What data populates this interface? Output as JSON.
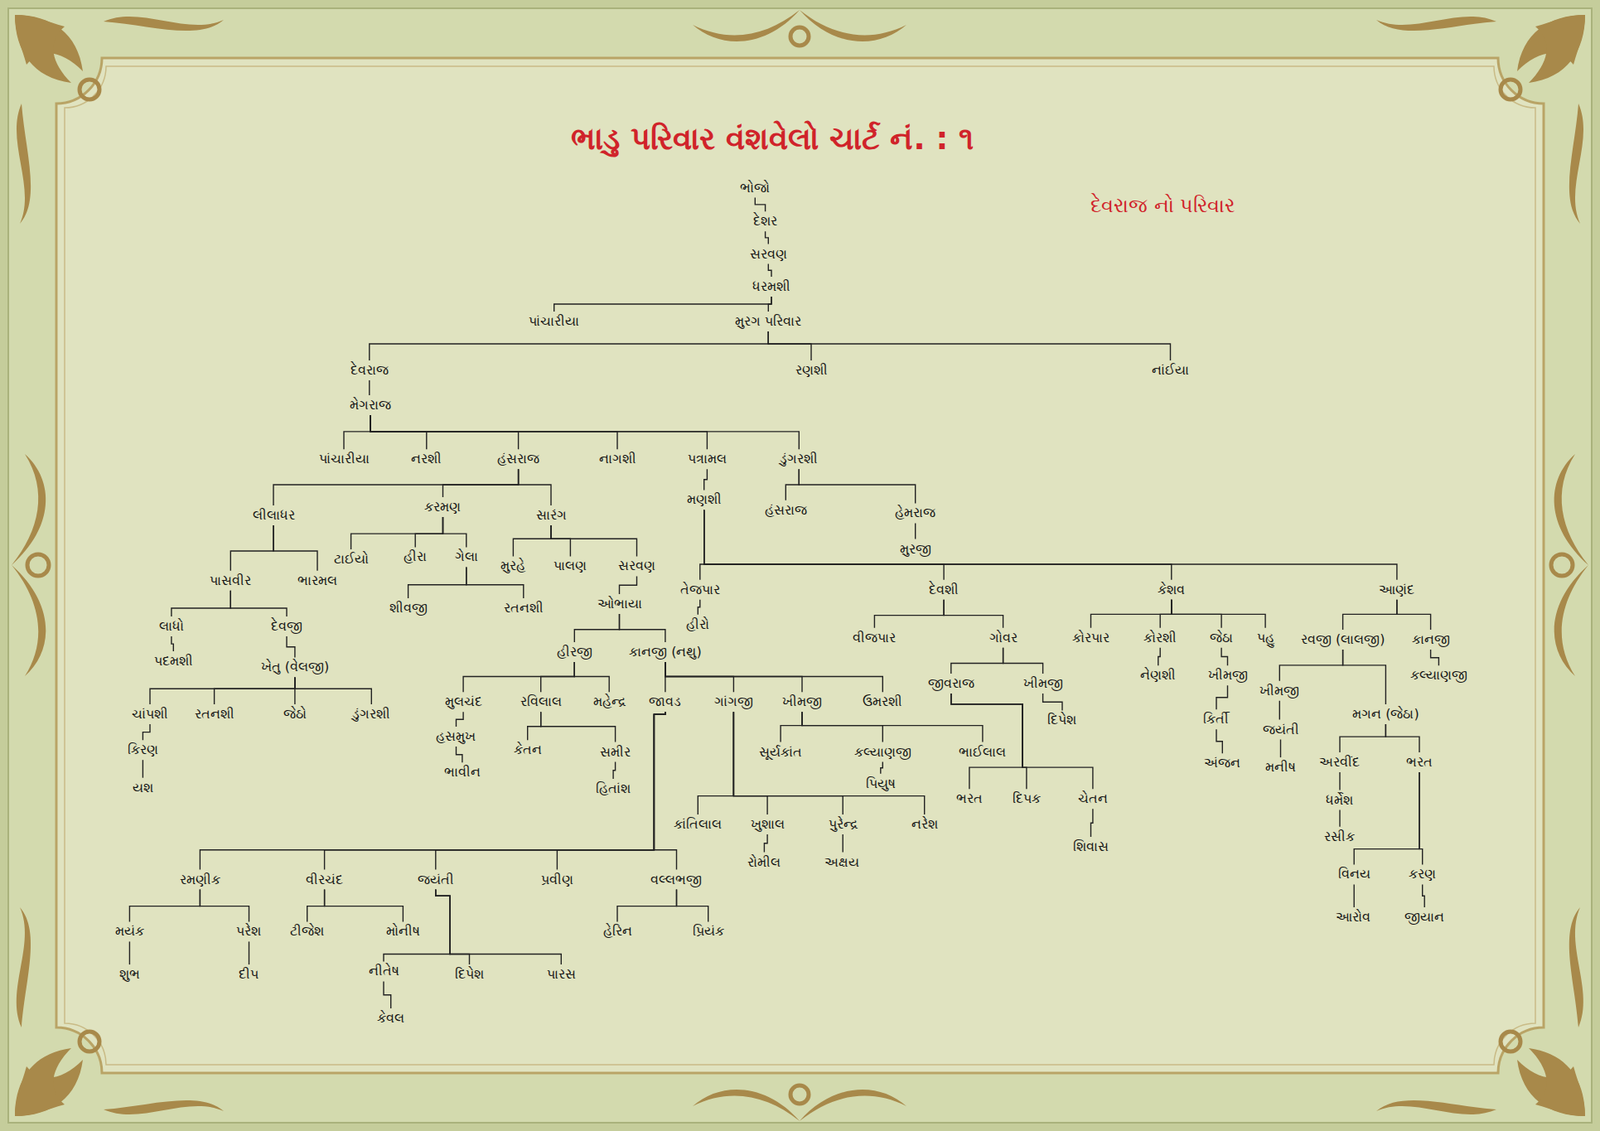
{
  "diagram": {
    "title": "ભાડુ પરિવાર વંશવેલો ચાર્ટ નં. : ૧",
    "nodes": [
      {
        "text": [
          "ભોજો"
        ]
      },
      {
        "text": [
          "દેશર"
        ]
      },
      {
        "text": [
          "સરવણ"
        ]
      },
      {
        "text": [
          "ધરમશી"
        ]
      },
      {
        "text": [
          "પાંચારીયા"
        ]
      },
      {
        "text": [
          "મુરગ પરિવાર"
        ]
      },
      {
        "text": [
          "દેવરાજ"
        ]
      },
      {
        "text": [
          "રણશી"
        ]
      },
      {
        "text": [
          "નાંઈયા"
        ]
      },
      {
        "text": [
          "મેગરાજ"
        ]
      },
      {
        "text": [
          "પાંચારીયા"
        ]
      },
      {
        "text": [
          "નરશી"
        ]
      },
      {
        "text": [
          "હંસરાજ"
        ]
      },
      {
        "text": [
          "નાગશી"
        ]
      },
      {
        "text": [
          "પત્રામલ"
        ]
      },
      {
        "text": [
          "ડુંગરશી"
        ]
      },
      {
        "text": [
          "લીલાધર"
        ]
      },
      {
        "text": [
          "કરમણ"
        ]
      },
      {
        "text": [
          "સારંગ"
        ]
      },
      {
        "text": [
          "મણશી"
        ]
      },
      {
        "text": [
          "હંસરાજ"
        ]
      },
      {
        "text": [
          "હેમરાજ"
        ]
      },
      {
        "text": [
          "મુરજી"
        ]
      },
      {
        "text": [
          "ટાઈયો"
        ]
      },
      {
        "text": [
          "હીરા"
        ]
      },
      {
        "text": [
          "ગેલા"
        ]
      },
      {
        "text": [
          "મુરહે"
        ]
      },
      {
        "text": [
          "પાલણ"
        ]
      },
      {
        "text": [
          "સરવણ"
        ]
      },
      {
        "text": [
          "પાસવીર"
        ]
      },
      {
        "text": [
          "ભારમલ"
        ]
      },
      {
        "text": [
          "તેજપાર"
        ]
      },
      {
        "text": [
          "દેવશી"
        ]
      },
      {
        "text": [
          "કેશવ"
        ]
      },
      {
        "text": [
          "આણંદ"
        ]
      },
      {
        "text": [
          "ઓભાયા"
        ]
      },
      {
        "text": [
          "શીવજી"
        ]
      },
      {
        "text": [
          "રતનશી"
        ]
      },
      {
        "text": [
          "હીરો"
        ]
      },
      {
        "text": [
          "લાધો"
        ]
      },
      {
        "text": [
          "દેવજી"
        ]
      },
      {
        "text": [
          "વીજપાર"
        ]
      },
      {
        "text": [
          "ગોવર"
        ]
      },
      {
        "text": [
          "કોરપાર"
        ]
      },
      {
        "text": [
          "કોરશી"
        ]
      },
      {
        "text": [
          "જેઠા"
        ]
      },
      {
        "text": [
          "પહુ"
        ]
      },
      {
        "text": [
          "રવજી (લાલજી)"
        ]
      },
      {
        "text": [
          "કાનજી"
        ]
      },
      {
        "text": [
          "હીરજી"
        ]
      },
      {
        "text": [
          "કાનજી (નથુ)"
        ]
      },
      {
        "text": [
          "પદમશી"
        ]
      },
      {
        "text": [
          "ખેતુ (વેલજી)"
        ]
      },
      {
        "text": [
          "નેણશી"
        ]
      },
      {
        "text": [
          "ખીમજી"
        ]
      },
      {
        "text": [
          "કલ્યાણજી"
        ]
      },
      {
        "text": [
          "જીવરાજ"
        ]
      },
      {
        "text": [
          "ખીમજી"
        ]
      },
      {
        "text": [
          "ખીમજી"
        ]
      },
      {
        "text": [
          "મુલચંદ"
        ]
      },
      {
        "text": [
          "રવિલાલ"
        ]
      },
      {
        "text": [
          "મહેન્દ્ર"
        ]
      },
      {
        "text": [
          "જાવડ"
        ]
      },
      {
        "text": [
          "ગાંગજી"
        ]
      },
      {
        "text": [
          "ખીમજી"
        ]
      },
      {
        "text": [
          "ઉમરશી"
        ]
      },
      {
        "text": [
          "ચાંપશી"
        ]
      },
      {
        "text": [
          "રતનશી"
        ]
      },
      {
        "text": [
          "જેઠો"
        ]
      },
      {
        "text": [
          "ડુંગરશી"
        ]
      },
      {
        "text": [
          "મગન (જેઠા)"
        ]
      },
      {
        "text": [
          "કિર્તી"
        ]
      },
      {
        "text": [
          "દિપેશ"
        ]
      },
      {
        "text": [
          "જયંતી"
        ]
      },
      {
        "text": [
          "હસમુખ"
        ]
      },
      {
        "text": [
          "કિરણ"
        ]
      },
      {
        "text": [
          "કેતન"
        ]
      },
      {
        "text": [
          "સમીર"
        ]
      },
      {
        "text": [
          "સૂર્યકાંત"
        ]
      },
      {
        "text": [
          "કલ્યાણજી"
        ]
      },
      {
        "text": [
          "ભાઈલાલ"
        ]
      },
      {
        "text": [
          "અરવીંદ"
        ]
      },
      {
        "text": [
          "ભરત"
        ]
      },
      {
        "text": [
          "અંજન"
        ]
      },
      {
        "text": [
          "મનીષ"
        ]
      },
      {
        "text": [
          "ભાવીન"
        ]
      },
      {
        "text": [
          "પિયુષ"
        ]
      },
      {
        "text": [
          "યશ"
        ]
      },
      {
        "text": [
          "હિતાંશ"
        ]
      },
      {
        "text": [
          "ભરત"
        ]
      },
      {
        "text": [
          "દિપક"
        ]
      },
      {
        "text": [
          "ચેતન"
        ]
      },
      {
        "text": [
          "ધર્મેશ"
        ]
      },
      {
        "text": [
          "કાંતિલાલ"
        ]
      },
      {
        "text": [
          "ખુશાલ"
        ]
      },
      {
        "text": [
          "પુરેન્દ્ર"
        ]
      },
      {
        "text": [
          "નરેશ"
        ]
      },
      {
        "text": [
          "રસીક"
        ]
      },
      {
        "text": [
          "શિવાસ"
        ]
      },
      {
        "text": [
          "રોમીલ"
        ]
      },
      {
        "text": [
          "અક્ષય"
        ]
      },
      {
        "text": [
          "વિનય"
        ]
      },
      {
        "text": [
          "કરણ"
        ]
      },
      {
        "text": [
          "રમણીક"
        ]
      },
      {
        "text": [
          "વીરચંદ"
        ]
      },
      {
        "text": [
          "જયંતી"
        ]
      },
      {
        "text": [
          "પ્રવીણ"
        ]
      },
      {
        "text": [
          "વલ્લભજી"
        ]
      },
      {
        "text": [
          "આરોવ"
        ]
      },
      {
        "text": [
          "જીયાન"
        ]
      },
      {
        "text": [
          "મયંક"
        ]
      },
      {
        "text": [
          "પરેશ"
        ]
      },
      {
        "text": [
          "ટીજેશ"
        ]
      },
      {
        "text": [
          "મોનીષ"
        ]
      },
      {
        "text": [
          "હેરિન"
        ]
      },
      {
        "text": [
          "પ્રિયંક"
        ]
      },
      {
        "text": [
          "દિપેશ"
        ]
      },
      {
        "text": [
          "પારસ"
        ]
      },
      {
        "text": [
          "શુભ"
        ]
      },
      {
        "text": [
          "દીપ"
        ]
      },
      {
        "text": [
          "નીતેષ"
        ]
      },
      {
        "text": [
          "કેવલ"
        ]
      }
    ],
    "edges": [
      {
        "from": 0,
        "to": 1,
        "arrow": "none"
      },
      {
        "from": 1,
        "to": 2,
        "arrow": "none"
      },
      {
        "from": 2,
        "to": 3,
        "arrow": "none"
      },
      {
        "from": 3,
        "to": 4,
        "arrow": "none"
      },
      {
        "from": 3,
        "to": 5,
        "arrow": "none"
      },
      {
        "from": 5,
        "to": 6,
        "arrow": "none"
      },
      {
        "from": 5,
        "to": 7,
        "arrow": "none"
      },
      {
        "from": 5,
        "to": 8,
        "arrow": "none"
      },
      {
        "from": 6,
        "to": 9,
        "arrow": "none"
      },
      {
        "from": 9,
        "to": 10,
        "arrow": "none"
      },
      {
        "from": 9,
        "to": 11,
        "arrow": "none"
      },
      {
        "from": 9,
        "to": 12,
        "arrow": "none"
      },
      {
        "from": 9,
        "to": 13,
        "arrow": "none"
      },
      {
        "from": 9,
        "to": 14,
        "arrow": "none"
      },
      {
        "from": 9,
        "to": 15,
        "arrow": "none"
      },
      {
        "from": 12,
        "to": 16,
        "arrow": "none"
      },
      {
        "from": 12,
        "to": 17,
        "arrow": "none"
      },
      {
        "from": 12,
        "to": 18,
        "arrow": "none"
      },
      {
        "from": 14,
        "to": 19,
        "arrow": "none"
      },
      {
        "from": 15,
        "to": 20,
        "arrow": "none"
      },
      {
        "from": 15,
        "to": 21,
        "arrow": "none"
      },
      {
        "from": 21,
        "to": 22,
        "arrow": "none"
      },
      {
        "from": 17,
        "to": 23,
        "arrow": "none"
      },
      {
        "from": 17,
        "to": 24,
        "arrow": "none"
      },
      {
        "from": 17,
        "to": 25,
        "arrow": "none"
      },
      {
        "from": 18,
        "to": 26,
        "arrow": "none"
      },
      {
        "from": 18,
        "to": 27,
        "arrow": "none"
      },
      {
        "from": 18,
        "to": 28,
        "arrow": "none"
      },
      {
        "from": 16,
        "to": 29,
        "arrow": "none"
      },
      {
        "from": 16,
        "to": 30,
        "arrow": "none"
      },
      {
        "from": 19,
        "to": 31,
        "arrow": "none"
      },
      {
        "from": 19,
        "to": 32,
        "arrow": "none"
      },
      {
        "from": 19,
        "to": 33,
        "arrow": "none"
      },
      {
        "from": 19,
        "to": 34,
        "arrow": "none"
      },
      {
        "from": 28,
        "to": 35,
        "arrow": "none"
      },
      {
        "from": 25,
        "to": 36,
        "arrow": "none"
      },
      {
        "from": 25,
        "to": 37,
        "arrow": "none"
      },
      {
        "from": 31,
        "to": 38,
        "arrow": "none"
      },
      {
        "from": 29,
        "to": 39,
        "arrow": "none"
      },
      {
        "from": 29,
        "to": 40,
        "arrow": "none"
      },
      {
        "from": 32,
        "to": 41,
        "arrow": "none"
      },
      {
        "from": 32,
        "to": 42,
        "arrow": "none"
      },
      {
        "from": 33,
        "to": 43,
        "arrow": "none"
      },
      {
        "from": 33,
        "to": 44,
        "arrow": "none"
      },
      {
        "from": 33,
        "to": 45,
        "arrow": "none"
      },
      {
        "from": 33,
        "to": 46,
        "arrow": "none"
      },
      {
        "from": 34,
        "to": 47,
        "arrow": "none"
      },
      {
        "from": 34,
        "to": 48,
        "arrow": "none"
      },
      {
        "from": 35,
        "to": 49,
        "arrow": "none"
      },
      {
        "from": 35,
        "to": 50,
        "arrow": "none"
      },
      {
        "from": 39,
        "to": 51,
        "arrow": "none"
      },
      {
        "from": 40,
        "to": 52,
        "arrow": "none"
      },
      {
        "from": 44,
        "to": 53,
        "arrow": "none"
      },
      {
        "from": 45,
        "to": 54,
        "arrow": "none"
      },
      {
        "from": 48,
        "to": 55,
        "arrow": "none"
      },
      {
        "from": 42,
        "to": 56,
        "arrow": "none"
      },
      {
        "from": 42,
        "to": 57,
        "arrow": "none"
      },
      {
        "from": 47,
        "to": 58,
        "arrow": "none"
      },
      {
        "from": 47,
        "to": 70,
        "arrow": "none"
      },
      {
        "from": 49,
        "to": 59,
        "arrow": "none"
      },
      {
        "from": 49,
        "to": 60,
        "arrow": "none"
      },
      {
        "from": 49,
        "to": 61,
        "arrow": "none"
      },
      {
        "from": 50,
        "to": 62,
        "arrow": "none"
      },
      {
        "from": 50,
        "to": 63,
        "arrow": "none"
      },
      {
        "from": 50,
        "to": 64,
        "arrow": "none"
      },
      {
        "from": 50,
        "to": 65,
        "arrow": "none"
      },
      {
        "from": 52,
        "to": 66,
        "arrow": "none"
      },
      {
        "from": 52,
        "to": 67,
        "arrow": "none"
      },
      {
        "from": 52,
        "to": 68,
        "arrow": "none"
      },
      {
        "from": 52,
        "to": 69,
        "arrow": "none"
      },
      {
        "from": 70,
        "to": 81,
        "arrow": "none"
      },
      {
        "from": 70,
        "to": 82,
        "arrow": "none"
      },
      {
        "from": 54,
        "to": 71,
        "arrow": "none"
      },
      {
        "from": 57,
        "to": 72,
        "arrow": "none"
      },
      {
        "from": 58,
        "to": 73,
        "arrow": "none"
      },
      {
        "from": 59,
        "to": 74,
        "arrow": "none"
      },
      {
        "from": 60,
        "to": 76,
        "arrow": "none"
      },
      {
        "from": 60,
        "to": 77,
        "arrow": "none"
      },
      {
        "from": 66,
        "to": 75,
        "arrow": "none"
      },
      {
        "from": 64,
        "to": 78,
        "arrow": "none"
      },
      {
        "from": 64,
        "to": 79,
        "arrow": "none"
      },
      {
        "from": 64,
        "to": 80,
        "arrow": "none"
      },
      {
        "from": 71,
        "to": 83,
        "arrow": "none"
      },
      {
        "from": 73,
        "to": 84,
        "arrow": "none"
      },
      {
        "from": 74,
        "to": 85,
        "arrow": "none"
      },
      {
        "from": 79,
        "to": 86,
        "arrow": "none"
      },
      {
        "from": 75,
        "to": 87,
        "arrow": "none"
      },
      {
        "from": 77,
        "to": 88,
        "arrow": "none"
      },
      {
        "from": 56,
        "to": 89,
        "arrow": "none"
      },
      {
        "from": 56,
        "to": 90,
        "arrow": "none"
      },
      {
        "from": 56,
        "to": 91,
        "arrow": "none"
      },
      {
        "from": 81,
        "to": 92,
        "arrow": "none"
      },
      {
        "from": 92,
        "to": 97,
        "arrow": "none"
      },
      {
        "from": 82,
        "to": 101,
        "arrow": "none"
      },
      {
        "from": 82,
        "to": 102,
        "arrow": "none"
      },
      {
        "from": 91,
        "to": 98,
        "arrow": "none"
      },
      {
        "from": 94,
        "to": 99,
        "arrow": "none"
      },
      {
        "from": 95,
        "to": 100,
        "arrow": "none"
      },
      {
        "from": 63,
        "to": 93,
        "arrow": "none"
      },
      {
        "from": 63,
        "to": 94,
        "arrow": "none"
      },
      {
        "from": 63,
        "to": 95,
        "arrow": "none"
      },
      {
        "from": 63,
        "to": 96,
        "arrow": "none"
      },
      {
        "from": 62,
        "to": 103,
        "arrow": "none"
      },
      {
        "from": 62,
        "to": 104,
        "arrow": "none"
      },
      {
        "from": 62,
        "to": 105,
        "arrow": "none"
      },
      {
        "from": 62,
        "to": 106,
        "arrow": "none"
      },
      {
        "from": 62,
        "to": 107,
        "arrow": "none"
      },
      {
        "from": 101,
        "to": 108,
        "arrow": "none"
      },
      {
        "from": 102,
        "to": 109,
        "arrow": "none"
      },
      {
        "from": 103,
        "to": 110,
        "arrow": "none"
      },
      {
        "from": 103,
        "to": 111,
        "arrow": "none"
      },
      {
        "from": 104,
        "to": 112,
        "arrow": "none"
      },
      {
        "from": 104,
        "to": 113,
        "arrow": "none"
      },
      {
        "from": 105,
        "to": 120,
        "arrow": "none"
      },
      {
        "from": 105,
        "to": 116,
        "arrow": "none"
      },
      {
        "from": 105,
        "to": 117,
        "arrow": "none"
      },
      {
        "from": 107,
        "to": 114,
        "arrow": "none"
      },
      {
        "from": 107,
        "to": 115,
        "arrow": "none"
      },
      {
        "from": 110,
        "to": 118,
        "arrow": "none"
      },
      {
        "from": 111,
        "to": 119,
        "arrow": "none"
      },
      {
        "from": 120,
        "to": 121,
        "arrow": "none"
      }
    ],
    "labels": [
      "દેવરાજ નો પરિવાર"
    ]
  }
}
